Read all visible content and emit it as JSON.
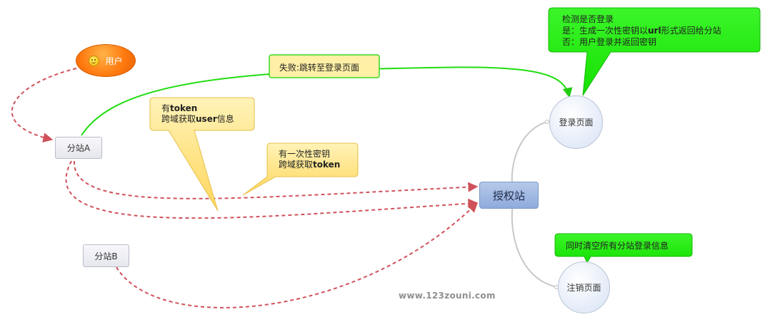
{
  "nodes": {
    "user": "用户",
    "substation_a": "分站A",
    "substation_b": "分站B",
    "auth_site": "授权站",
    "login_page": "登录页面",
    "logout_page": "注销页面"
  },
  "callouts": {
    "fail": "失败:跳转至登录页面",
    "has_token_line1_prefix": "有",
    "has_token_line1_bold": "token",
    "has_token_line2_prefix": "跨域获取",
    "has_token_line2_bold": "user",
    "has_token_line2_suffix": "信息",
    "otk_line1": "有一次性密钥",
    "otk_line2_prefix": "跨域获取",
    "otk_line2_bold": "token",
    "check_line1": "检测是否登录",
    "check_line2_prefix": "是：生成一次性密钥以",
    "check_line2_bold": "url",
    "check_line2_suffix": "形式返回给分站",
    "check_line3": "否：用户登录并返回密钥",
    "clear": "同时清空所有分站登录信息"
  },
  "watermark": "www.123zouni.com",
  "colors": {
    "dashed_arrow": "#d0525b",
    "green_arrow": "#22dd11",
    "connector": "#c8c8c8",
    "yellow_callout": "#ffe07a",
    "green_callout": "#22ee11"
  }
}
